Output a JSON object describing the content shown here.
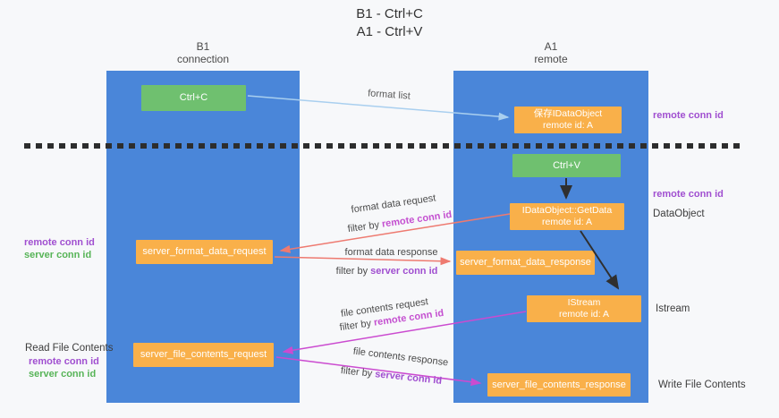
{
  "title": {
    "line1": "B1 - Ctrl+C",
    "line2": "A1 - Ctrl+V"
  },
  "columns": {
    "left": {
      "name": "B1",
      "sub": "connection"
    },
    "right": {
      "name": "A1",
      "sub": "remote"
    }
  },
  "boxes": {
    "ctrl_c": {
      "label": "Ctrl+C"
    },
    "save_dataobject": {
      "line1": "保存IDataObject",
      "line2": "remote id: A"
    },
    "ctrl_v": {
      "label": "Ctrl+V"
    },
    "getdata": {
      "line1": "IDataObject::GetData",
      "line2": "remote id: A"
    },
    "format_request": {
      "label": "server_format_data_request"
    },
    "format_response": {
      "label": "server_format_data_response"
    },
    "istream": {
      "line1": "IStream",
      "line2": "remote id: A"
    },
    "file_request": {
      "label": "server_file_contents_request"
    },
    "file_response": {
      "label": "server_file_contents_response"
    }
  },
  "labels": {
    "remote_conn_id": "remote conn id",
    "server_conn_id": "server conn id",
    "dataobject": "DataObject",
    "istream": "Istream",
    "read_file_contents": "Read File Contents",
    "write_file_contents": "Write File Contents"
  },
  "annotations": {
    "format_list": "format list",
    "filter_by": "filter by ",
    "format_data_request": "format data request",
    "format_data_response": "format data response",
    "file_contents_request": "file contents request",
    "file_contents_response": "file contents response"
  },
  "colors": {
    "column_blue": "#4a86d9",
    "box_orange": "#f9b04a",
    "box_green": "#6fc06f",
    "arrow_light_blue": "#a9cfef",
    "arrow_salmon": "#ee7a70",
    "arrow_magenta": "#cb4bd0",
    "arrow_black": "#2f2f2f",
    "text_purple": "#a04fd0",
    "text_green": "#57b457",
    "text_dark": "#3c3c3c"
  }
}
